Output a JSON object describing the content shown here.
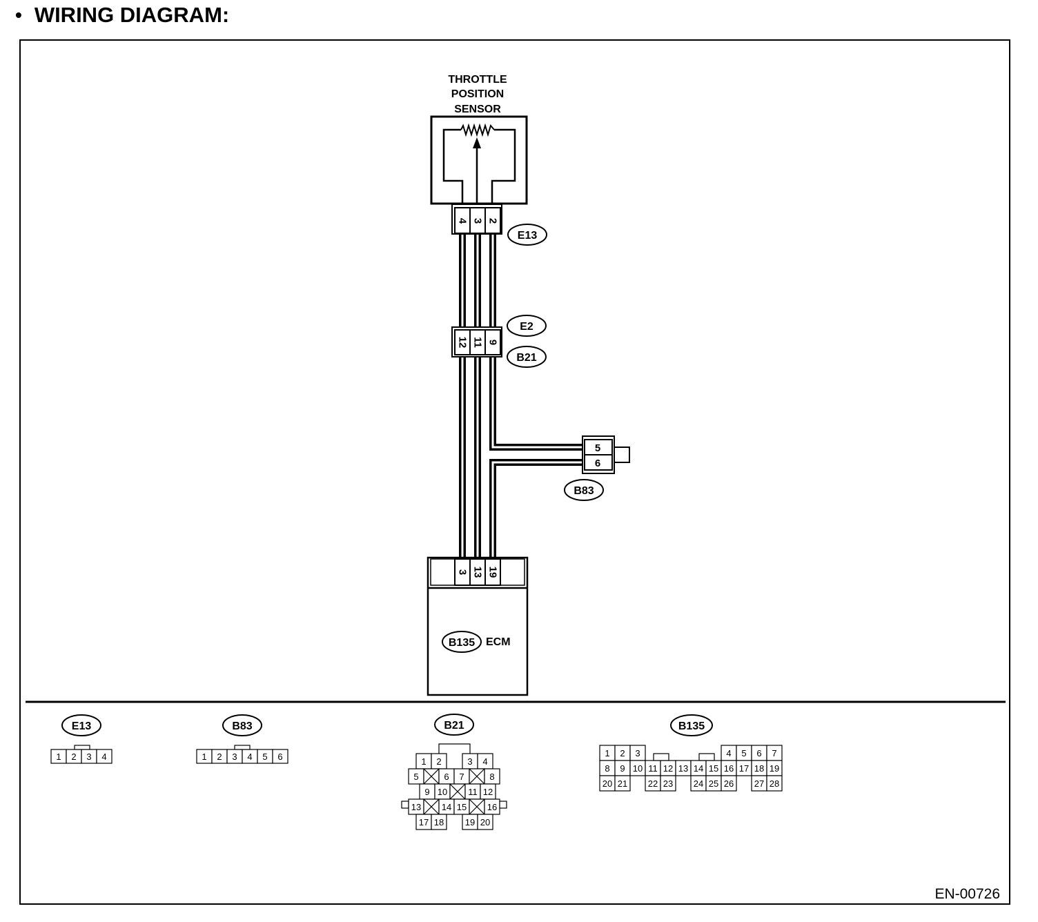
{
  "header": {
    "bullet": "•",
    "title": "WIRING DIAGRAM:"
  },
  "sensor": {
    "title_lines": [
      "THROTTLE",
      "POSITION",
      "SENSOR"
    ]
  },
  "connector_e13": {
    "label": "E13",
    "pins": [
      "4",
      "3",
      "2"
    ]
  },
  "connector_joint": {
    "label_top": "E2",
    "label_bottom": "B21",
    "pins": [
      "12",
      "11",
      "9"
    ]
  },
  "connector_b83": {
    "label": "B83",
    "pins": [
      "5",
      "6"
    ]
  },
  "ecm": {
    "connector_label": "B135",
    "name": "ECM",
    "pins": [
      "3",
      "13",
      "19"
    ]
  },
  "connector_views": {
    "e13": {
      "label": "E13",
      "pins": [
        "1",
        "2",
        "3",
        "4"
      ]
    },
    "b83": {
      "label": "B83",
      "pins": [
        "1",
        "2",
        "3",
        "4",
        "5",
        "6"
      ]
    },
    "b21": {
      "label": "B21",
      "rows": [
        [
          "1",
          "2",
          "3",
          "4"
        ],
        [
          "5",
          "6",
          "7",
          "8"
        ],
        [
          "9",
          "10",
          "11",
          "12"
        ],
        [
          "13",
          "14",
          "15",
          "16"
        ],
        [
          "17",
          "18",
          "19",
          "20"
        ]
      ]
    },
    "b135": {
      "label": "B135",
      "rows": [
        [
          "1",
          "2",
          "3",
          "4",
          "5",
          "6",
          "7"
        ],
        [
          "8",
          "9",
          "10",
          "11",
          "12",
          "13",
          "14",
          "15",
          "16",
          "17",
          "18",
          "19"
        ],
        [
          "20",
          "21",
          "22",
          "23",
          "24",
          "25",
          "26",
          "27",
          "28"
        ]
      ]
    }
  },
  "figure_id": "EN-00726"
}
